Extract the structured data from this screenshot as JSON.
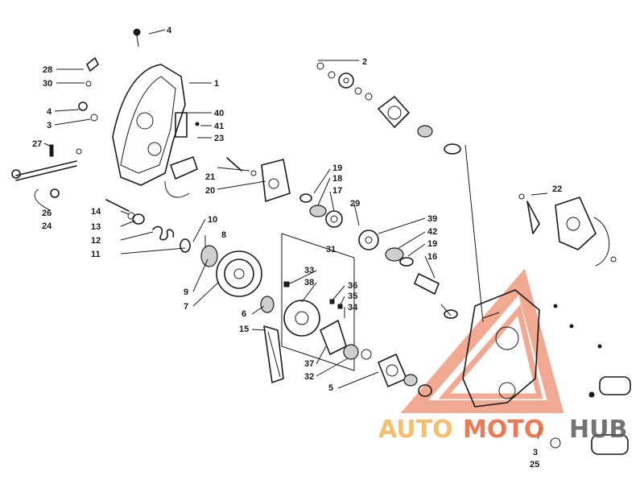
{
  "diagram": {
    "labels": [
      "1",
      "2",
      "3",
      "4",
      "5",
      "6",
      "7",
      "8",
      "9",
      "10",
      "11",
      "12",
      "13",
      "14",
      "15",
      "16",
      "17",
      "18",
      "19",
      "20",
      "21",
      "22",
      "23",
      "24",
      "25",
      "26",
      "27",
      "28",
      "29",
      "30",
      "31",
      "32",
      "33",
      "34",
      "35",
      "36",
      "37",
      "38",
      "39",
      "40",
      "41",
      "42"
    ],
    "callouts_top_left": [
      "4",
      "28",
      "30",
      "1",
      "4",
      "3",
      "40",
      "41",
      "23",
      "27",
      "21",
      "20",
      "26",
      "24"
    ],
    "watermark": {
      "part1": "AUTO",
      "part2": "MOTO",
      "part3": "HUB",
      "color_primary": "#e8633a",
      "color_secondary": "#f3b457",
      "color_text": "#5b5b5b"
    }
  }
}
